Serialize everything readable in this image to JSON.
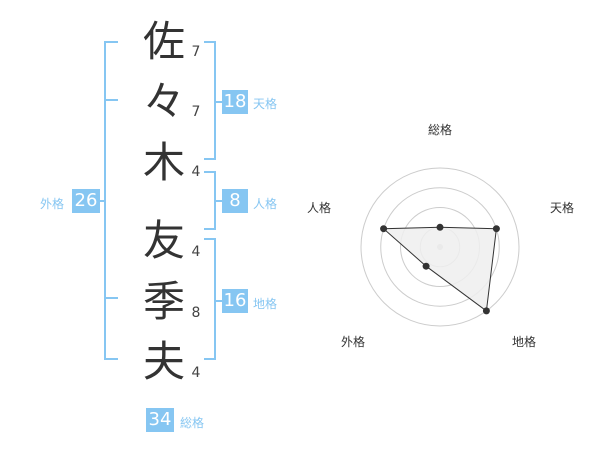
{
  "name": {
    "characters": [
      {
        "char": "佐",
        "strokes": "7"
      },
      {
        "char": "々",
        "strokes": "7"
      },
      {
        "char": "木",
        "strokes": "4"
      },
      {
        "char": "友",
        "strokes": "4"
      },
      {
        "char": "季",
        "strokes": "8"
      },
      {
        "char": "夫",
        "strokes": "4"
      }
    ]
  },
  "kaku": {
    "tenkaku": {
      "value": "18",
      "label": "天格"
    },
    "jinkaku": {
      "value": "8",
      "label": "人格"
    },
    "chikaku": {
      "value": "16",
      "label": "地格"
    },
    "gaikaku": {
      "value": "26",
      "label": "外格"
    },
    "soukaku": {
      "value": "34",
      "label": "総格"
    }
  },
  "colors": {
    "accent": "#86c6f2",
    "text": "#333333",
    "radar_fill": "#efefef",
    "radar_grid": "#cccccc",
    "radar_point": "#333333"
  },
  "chart_data": {
    "type": "radar",
    "axes": [
      "総格",
      "天格",
      "地格",
      "外格",
      "人格"
    ],
    "levels": 4,
    "values": [
      1,
      3,
      4,
      1.2,
      3
    ],
    "max": 4
  }
}
